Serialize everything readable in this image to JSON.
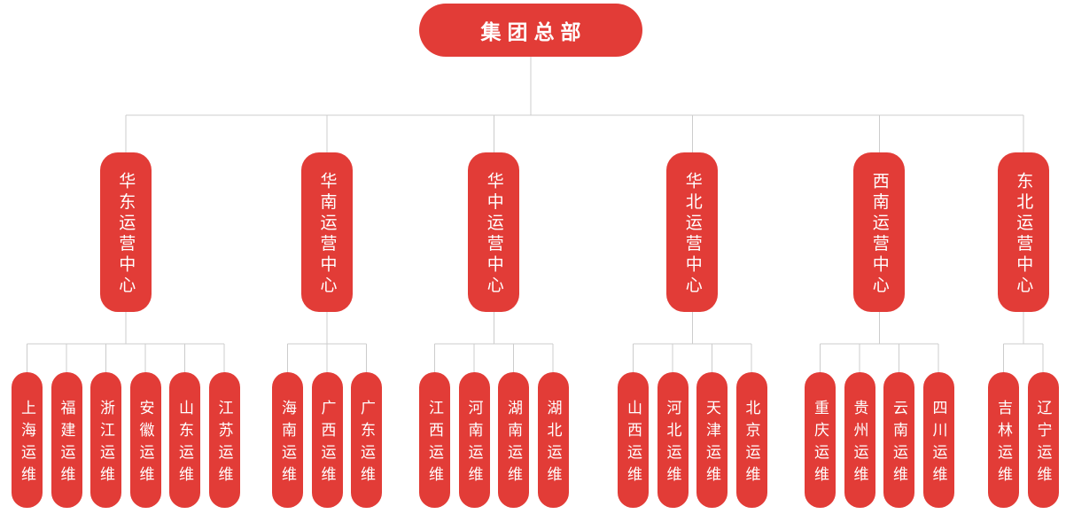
{
  "colors": {
    "accent_red": "#e23c37",
    "text_on_red": "#ffffff",
    "connector_gray": "#cccccc",
    "background": "#ffffff"
  },
  "tree": {
    "root": {
      "label": "集团总部"
    },
    "groups": [
      {
        "center": "华东运营中心",
        "leaves": [
          "上海运维",
          "福建运维",
          "浙江运维",
          "安徽运维",
          "山东运维",
          "江苏运维"
        ]
      },
      {
        "center": "华南运营中心",
        "leaves": [
          "海南运维",
          "广西运维",
          "广东运维"
        ]
      },
      {
        "center": "华中运营中心",
        "leaves": [
          "江西运维",
          "河南运维",
          "湖南运维",
          "湖北运维"
        ]
      },
      {
        "center": "华北运营中心",
        "leaves": [
          "山西运维",
          "河北运维",
          "天津运维",
          "北京运维"
        ]
      },
      {
        "center": "西南运营中心",
        "leaves": [
          "重庆运维",
          "贵州运维",
          "云南运维",
          "四川运维"
        ]
      },
      {
        "center": "东北运营中心",
        "leaves": [
          "吉林运维",
          "辽宁运维"
        ]
      }
    ]
  }
}
